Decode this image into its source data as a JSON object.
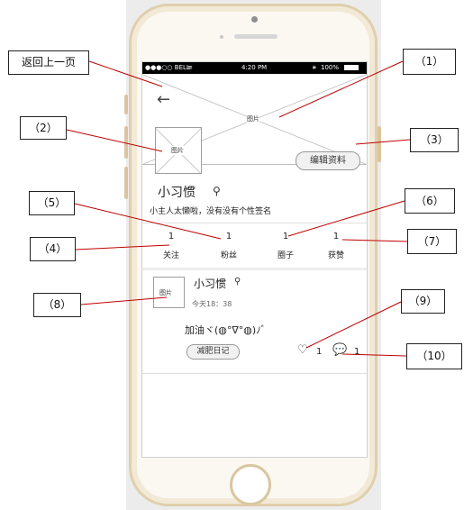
{
  "status_bar": {
    "carrier": "●●●○○ BELL",
    "wifi": "≋",
    "time": "4:20 PM",
    "bluetooth": "∗",
    "battery": "100%"
  },
  "cover": {
    "image_placeholder": "图片",
    "back_icon": "arrow-left-icon"
  },
  "edit_button": {
    "label": "编辑资料"
  },
  "avatar": {
    "placeholder": "图片"
  },
  "profile": {
    "name": "小习惯",
    "signature": "小主人太懒啦，没有没有个性签名",
    "search_icon": "search-icon"
  },
  "stats": [
    {
      "value": "1",
      "label": "关注"
    },
    {
      "value": "1",
      "label": "粉丝"
    },
    {
      "value": "1",
      "label": "圈子"
    },
    {
      "value": "1",
      "label": "获赞"
    }
  ],
  "post": {
    "avatar_placeholder": "图片",
    "author": "小习惯",
    "time": "今天18：38",
    "content": "加油ヾ(◍°∇°◍)ﾉﾞ",
    "tag": "减肥日记",
    "likes": "1",
    "comments": "1"
  },
  "annotations": {
    "back": "返回上一页",
    "c1": "（1）",
    "c2": "（2）",
    "c3": "（3）",
    "c4": "（4）",
    "c5": "（5）",
    "c6": "（6）",
    "c7": "（7）",
    "c8": "（8）",
    "c9": "（9）",
    "c10": "（10）"
  }
}
